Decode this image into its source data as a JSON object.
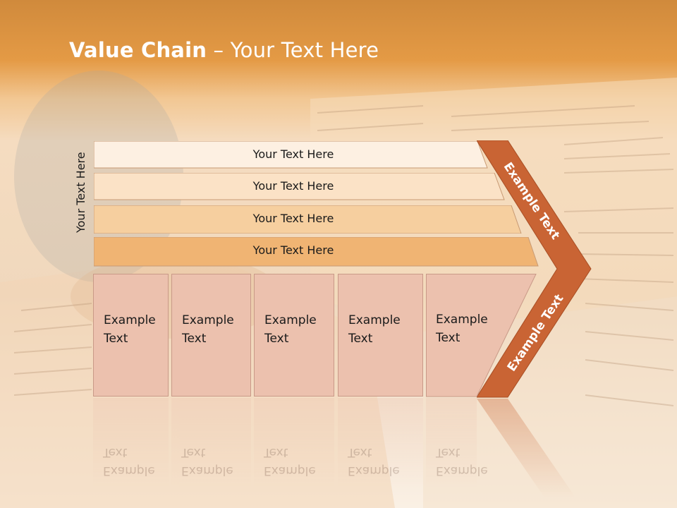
{
  "slide": {
    "title_bold": "Value Chain",
    "title_rest": " – Your Text Here",
    "side_label": "Your Text Here",
    "rows": [
      {
        "label": "Your Text Here"
      },
      {
        "label": "Your Text Here"
      },
      {
        "label": "Your Text Here"
      },
      {
        "label": "Your Text Here"
      }
    ],
    "boxes": [
      {
        "label": "Example\nText"
      },
      {
        "label": "Example\nText"
      },
      {
        "label": "Example\nText"
      },
      {
        "label": "Example\nText"
      },
      {
        "label": "Example\nText"
      }
    ],
    "chevron_top_label": "Example Text",
    "chevron_bottom_label": "Example Text"
  },
  "colors": {
    "header_orange": "#e49a45",
    "row_1": "#fdf0e2",
    "row_2": "#fbe2c6",
    "row_3": "#f6cf9f",
    "row_4": "#f0b473",
    "box_fill": "#ecc1ae",
    "chevron": "#c96434"
  }
}
